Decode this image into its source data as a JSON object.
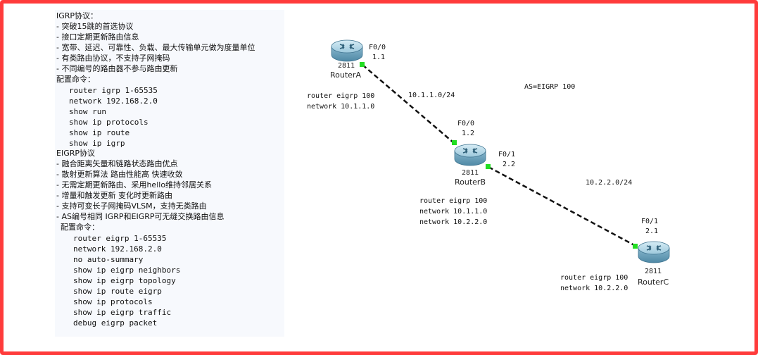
{
  "igrp": {
    "title": "IGRP协议：",
    "features": [
      " - 突破15跳的首选协议",
      " - 接口定期更新路由信息",
      " - 宽带、延迟、可靠性、负载、最大传输单元做为度量单位",
      " - 有类路由协议，不支持子网掩码",
      " - 不同编号的路由器不参与路由更新"
    ],
    "config_title": "配置命令：",
    "commands": [
      "router igrp 1-65535",
      "network 192.168.2.0",
      "show run",
      "show ip protocols",
      "show ip route",
      "show ip igrp"
    ]
  },
  "eigrp": {
    "title": "EIGRP协议",
    "features": [
      " - 融合距离矢量和链路状态路由优点",
      " - 散射更新算法 路由性能高  快速收敛",
      " - 无需定期更新路由、采用hello维持邻居关系",
      " - 增量和触发更新 变化时更新路由",
      " - 支持可变长子网掩码VLSM，支持无类路由",
      " - AS编号相同 IGRP和EIGRP可无缝交换路由信息"
    ],
    "config_title": "配置命令：",
    "commands": [
      "router eigrp 1-65535",
      "network 192.168.2.0",
      "no auto-summary",
      "show ip eigrp neighbors",
      "show ip eigrp topology",
      "show ip route eigrp",
      "show ip protocols",
      "show ip eigrp traffic",
      "debug eigrp packet"
    ]
  },
  "topology": {
    "as_label": "AS=EIGRP 100",
    "routerA": {
      "name": "RouterA",
      "model": "2811",
      "iface": "F0/0",
      "ip": "1.1",
      "config": [
        "router eigrp 100",
        "network 10.1.1.0"
      ]
    },
    "routerB": {
      "name": "RouterB",
      "model": "2811",
      "iface_left": "F0/0",
      "ip_left": "1.2",
      "iface_right": "F0/1",
      "ip_right": "2.2",
      "config": [
        "router eigrp 100",
        "network 10.1.1.0",
        "network 10.2.2.0"
      ]
    },
    "routerC": {
      "name": "RouterC",
      "model": "2811",
      "iface": "F0/1",
      "ip": "2.1",
      "config": [
        "router eigrp 100",
        "network 10.2.2.0"
      ]
    },
    "link1_subnet": "10.1.1.0/24",
    "link2_subnet": "10.2.2.0/24"
  },
  "colors": {
    "frame": "#ff3b3b",
    "panel": "#f7f9fd",
    "router_body": "#7fb0c9",
    "router_top": "#b9dbe9",
    "link_dot": "#22dd22"
  }
}
